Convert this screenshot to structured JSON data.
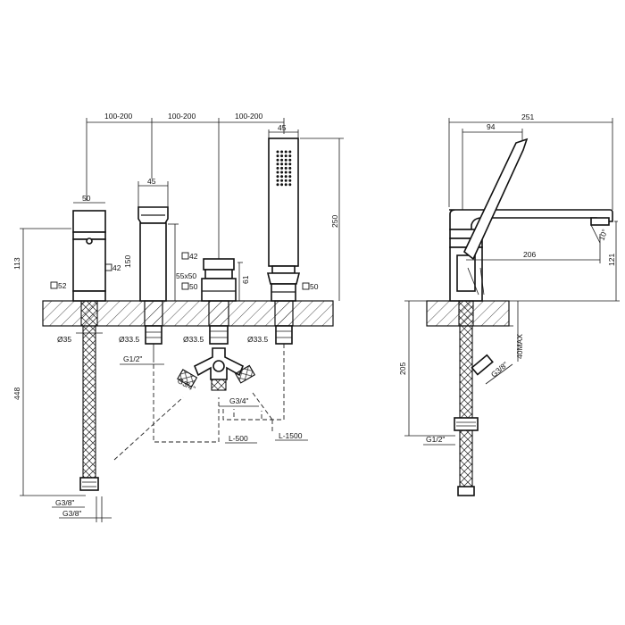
{
  "dimensions": {
    "spacing_1": "100-200",
    "spacing_2": "100-200",
    "spacing_3": "100-200",
    "handshower_width": "45",
    "spout_width": "45",
    "handle_width": "50",
    "height_113": "113",
    "height_150": "150",
    "height_250": "250",
    "height_61": "61",
    "height_448": "448",
    "sq_52": "52",
    "sq_42_a": "42",
    "sq_42_b": "42",
    "sq_50_a": "50",
    "sq_50_b": "50",
    "rect_55x50": "55x50",
    "dia_35": "35",
    "dia_33_5_a": "33.5",
    "dia_33_5_b": "33.5",
    "dia_33_5_c": "33.5",
    "g1_2_a": "G1/2\"",
    "g3_4": "G3/4\"",
    "g3_4_b": "G3/4\"",
    "l500": "L-500",
    "l1500": "L-1500",
    "g3_8_a": "G3/8\"",
    "g3_8_b": "G3/8\"",
    "side_251": "251",
    "side_94": "94",
    "side_206": "206",
    "side_121": "121",
    "side_205": "205",
    "side_40max": "40MAX",
    "side_g3_8": "G3/8\"",
    "side_g1_2": "G1/2\"",
    "side_angle": "10°"
  }
}
